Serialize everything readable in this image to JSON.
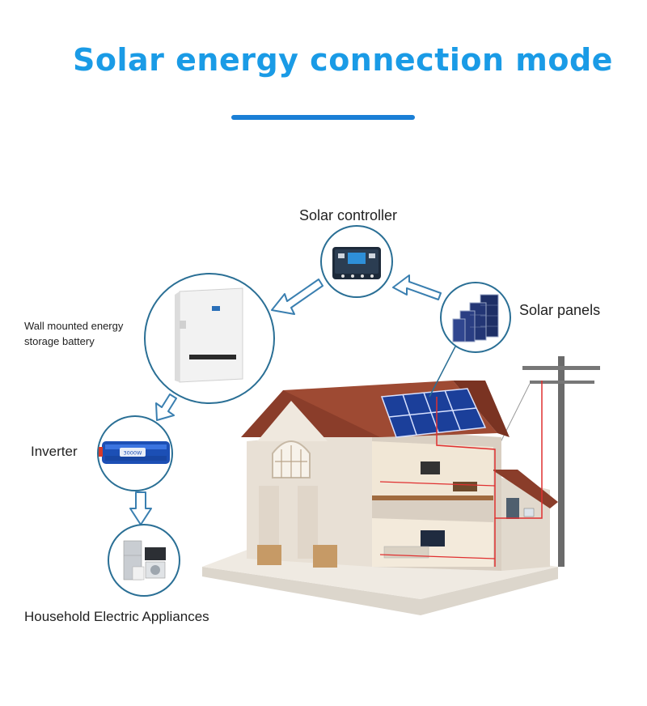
{
  "title": "Solar energy connection mode",
  "labels": {
    "controller": "Solar controller",
    "panels": "Solar panels",
    "battery_line1": "Wall mounted energy",
    "battery_line2": "storage battery",
    "inverter": "Inverter",
    "appliances": "Household Electric Appliances",
    "inverter_rating": "3000W"
  },
  "colors": {
    "title": "#1a9be6",
    "accent_bar": "#1a7fd6",
    "circle_stroke": "#2a6f95",
    "arrow_stroke": "#3a7fb0",
    "panel_blue": "#1b3f9a",
    "roof": "#8a3d2a",
    "wall": "#e9e2d8",
    "wire": "#e03030"
  }
}
